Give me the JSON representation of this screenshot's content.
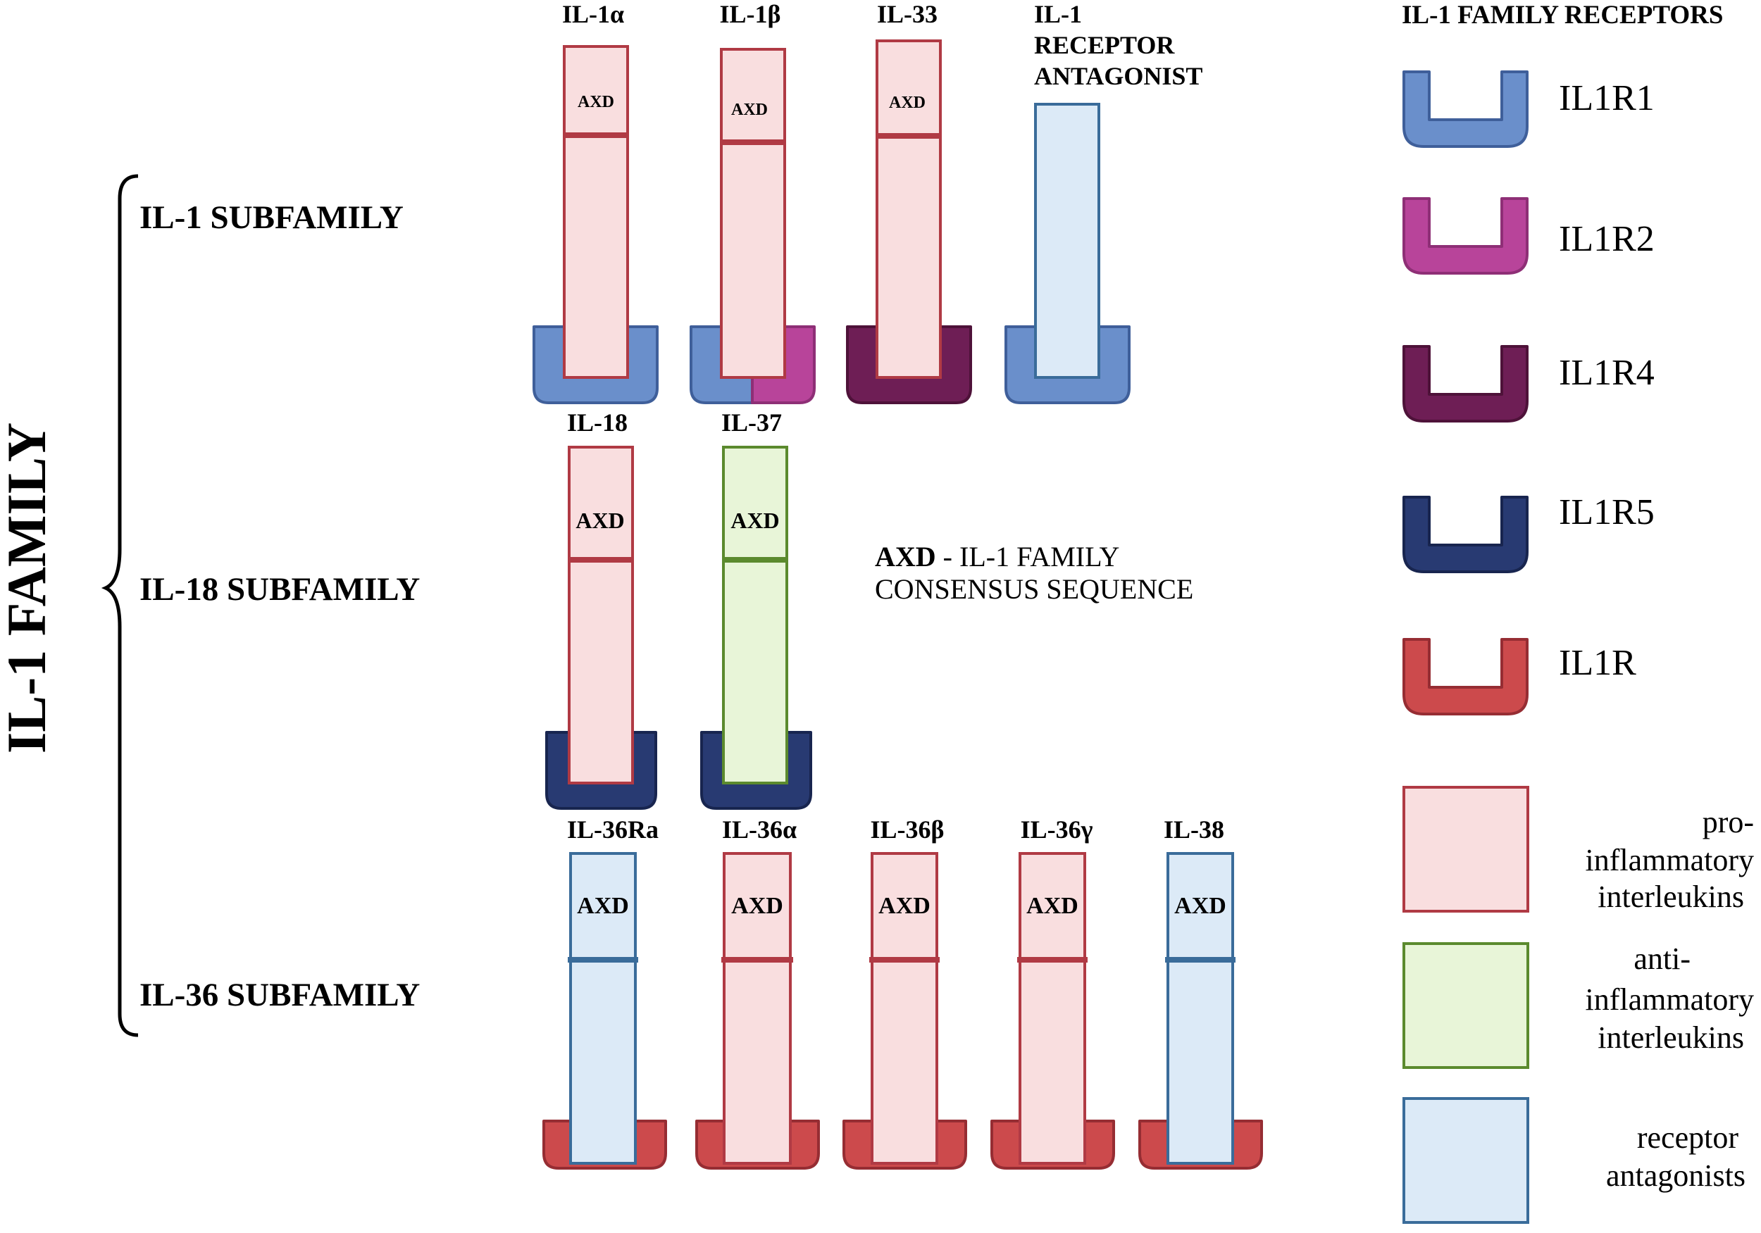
{
  "family_title": "IL-1 FAMILY",
  "subfamilies": [
    "IL-1 SUBFAMILY",
    "IL-18 SUBFAMILY",
    "IL-36 SUBFAMILY"
  ],
  "domain_label": "AXD",
  "axd_note": {
    "term": "AXD",
    "line1": " - IL-1 FAMILY",
    "line2": "CONSENSUS SEQUENCE"
  },
  "receptor_antagonist_label": [
    "IL-1",
    "RECEPTOR",
    "ANTAGONIST"
  ],
  "interleukins": [
    {
      "name": "IL-1α",
      "class": "pro-inflammatory interleukins",
      "receptor": "IL1R1",
      "shows_axd": true
    },
    {
      "name": "IL-1β",
      "class": "pro-inflammatory interleukins",
      "receptor": "IL1R1 + IL1R2",
      "shows_axd": true
    },
    {
      "name": "IL-33",
      "class": "pro-inflammatory interleukins",
      "receptor": "IL1R4",
      "shows_axd": true
    },
    {
      "name": "IL-1 RECEPTOR ANTAGONIST",
      "class": "receptor antagonists",
      "receptor": "IL1R1",
      "shows_axd": false
    },
    {
      "name": "IL-18",
      "class": "pro-inflammatory interleukins",
      "receptor": "IL1R5",
      "shows_axd": true
    },
    {
      "name": "IL-37",
      "class": "anti-inflammatory interleukins",
      "receptor": "IL1R5",
      "shows_axd": true
    },
    {
      "name": "IL-36Ra",
      "class": "receptor antagonists",
      "receptor": "IL1R",
      "shows_axd": true
    },
    {
      "name": "IL-36α",
      "class": "pro-inflammatory interleukins",
      "receptor": "IL1R",
      "shows_axd": true
    },
    {
      "name": "IL-36β",
      "class": "pro-inflammatory interleukins",
      "receptor": "IL1R",
      "shows_axd": true
    },
    {
      "name": "IL-36γ",
      "class": "pro-inflammatory interleukins",
      "receptor": "IL1R",
      "shows_axd": true
    },
    {
      "name": "IL-38",
      "class": "receptor antagonists",
      "receptor": "IL1R",
      "shows_axd": true
    }
  ],
  "legend": {
    "title": "IL-1 FAMILY RECEPTORS",
    "receptors": [
      {
        "name": "IL1R1",
        "color": "#6a8fcb"
      },
      {
        "name": "IL1R2",
        "color": "#b8449a"
      },
      {
        "name": "IL1R4",
        "color": "#6e1e55"
      },
      {
        "name": "IL1R5",
        "color": "#283a72"
      },
      {
        "name": "IL1R",
        "color": "#cc4a4c"
      }
    ],
    "classes": [
      {
        "lines": [
          "pro-",
          "inflammatory",
          "interleukins"
        ],
        "fill": "#f9dedf",
        "stroke": "#b03a44"
      },
      {
        "lines": [
          "anti-",
          "inflammatory",
          "interleukins"
        ],
        "fill": "#e8f5d8",
        "stroke": "#5b8a2e"
      },
      {
        "lines": [
          "receptor",
          "antagonists"
        ],
        "fill": "#dceaf7",
        "stroke": "#3a6c9a"
      }
    ]
  }
}
